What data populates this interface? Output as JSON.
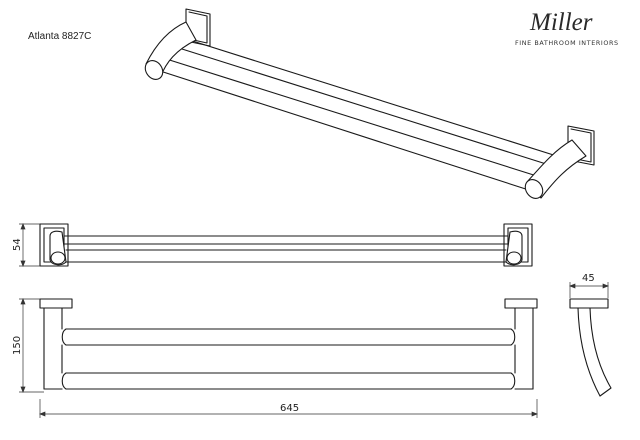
{
  "product": {
    "code": "Atlanta 8827C"
  },
  "brand": {
    "name": "Miller",
    "tagline": "FINE BATHROOM INTERIORS"
  },
  "dimensions": {
    "depth_top_view": "54",
    "height_front_view": "150",
    "overall_width": "645",
    "side_depth": "45"
  }
}
